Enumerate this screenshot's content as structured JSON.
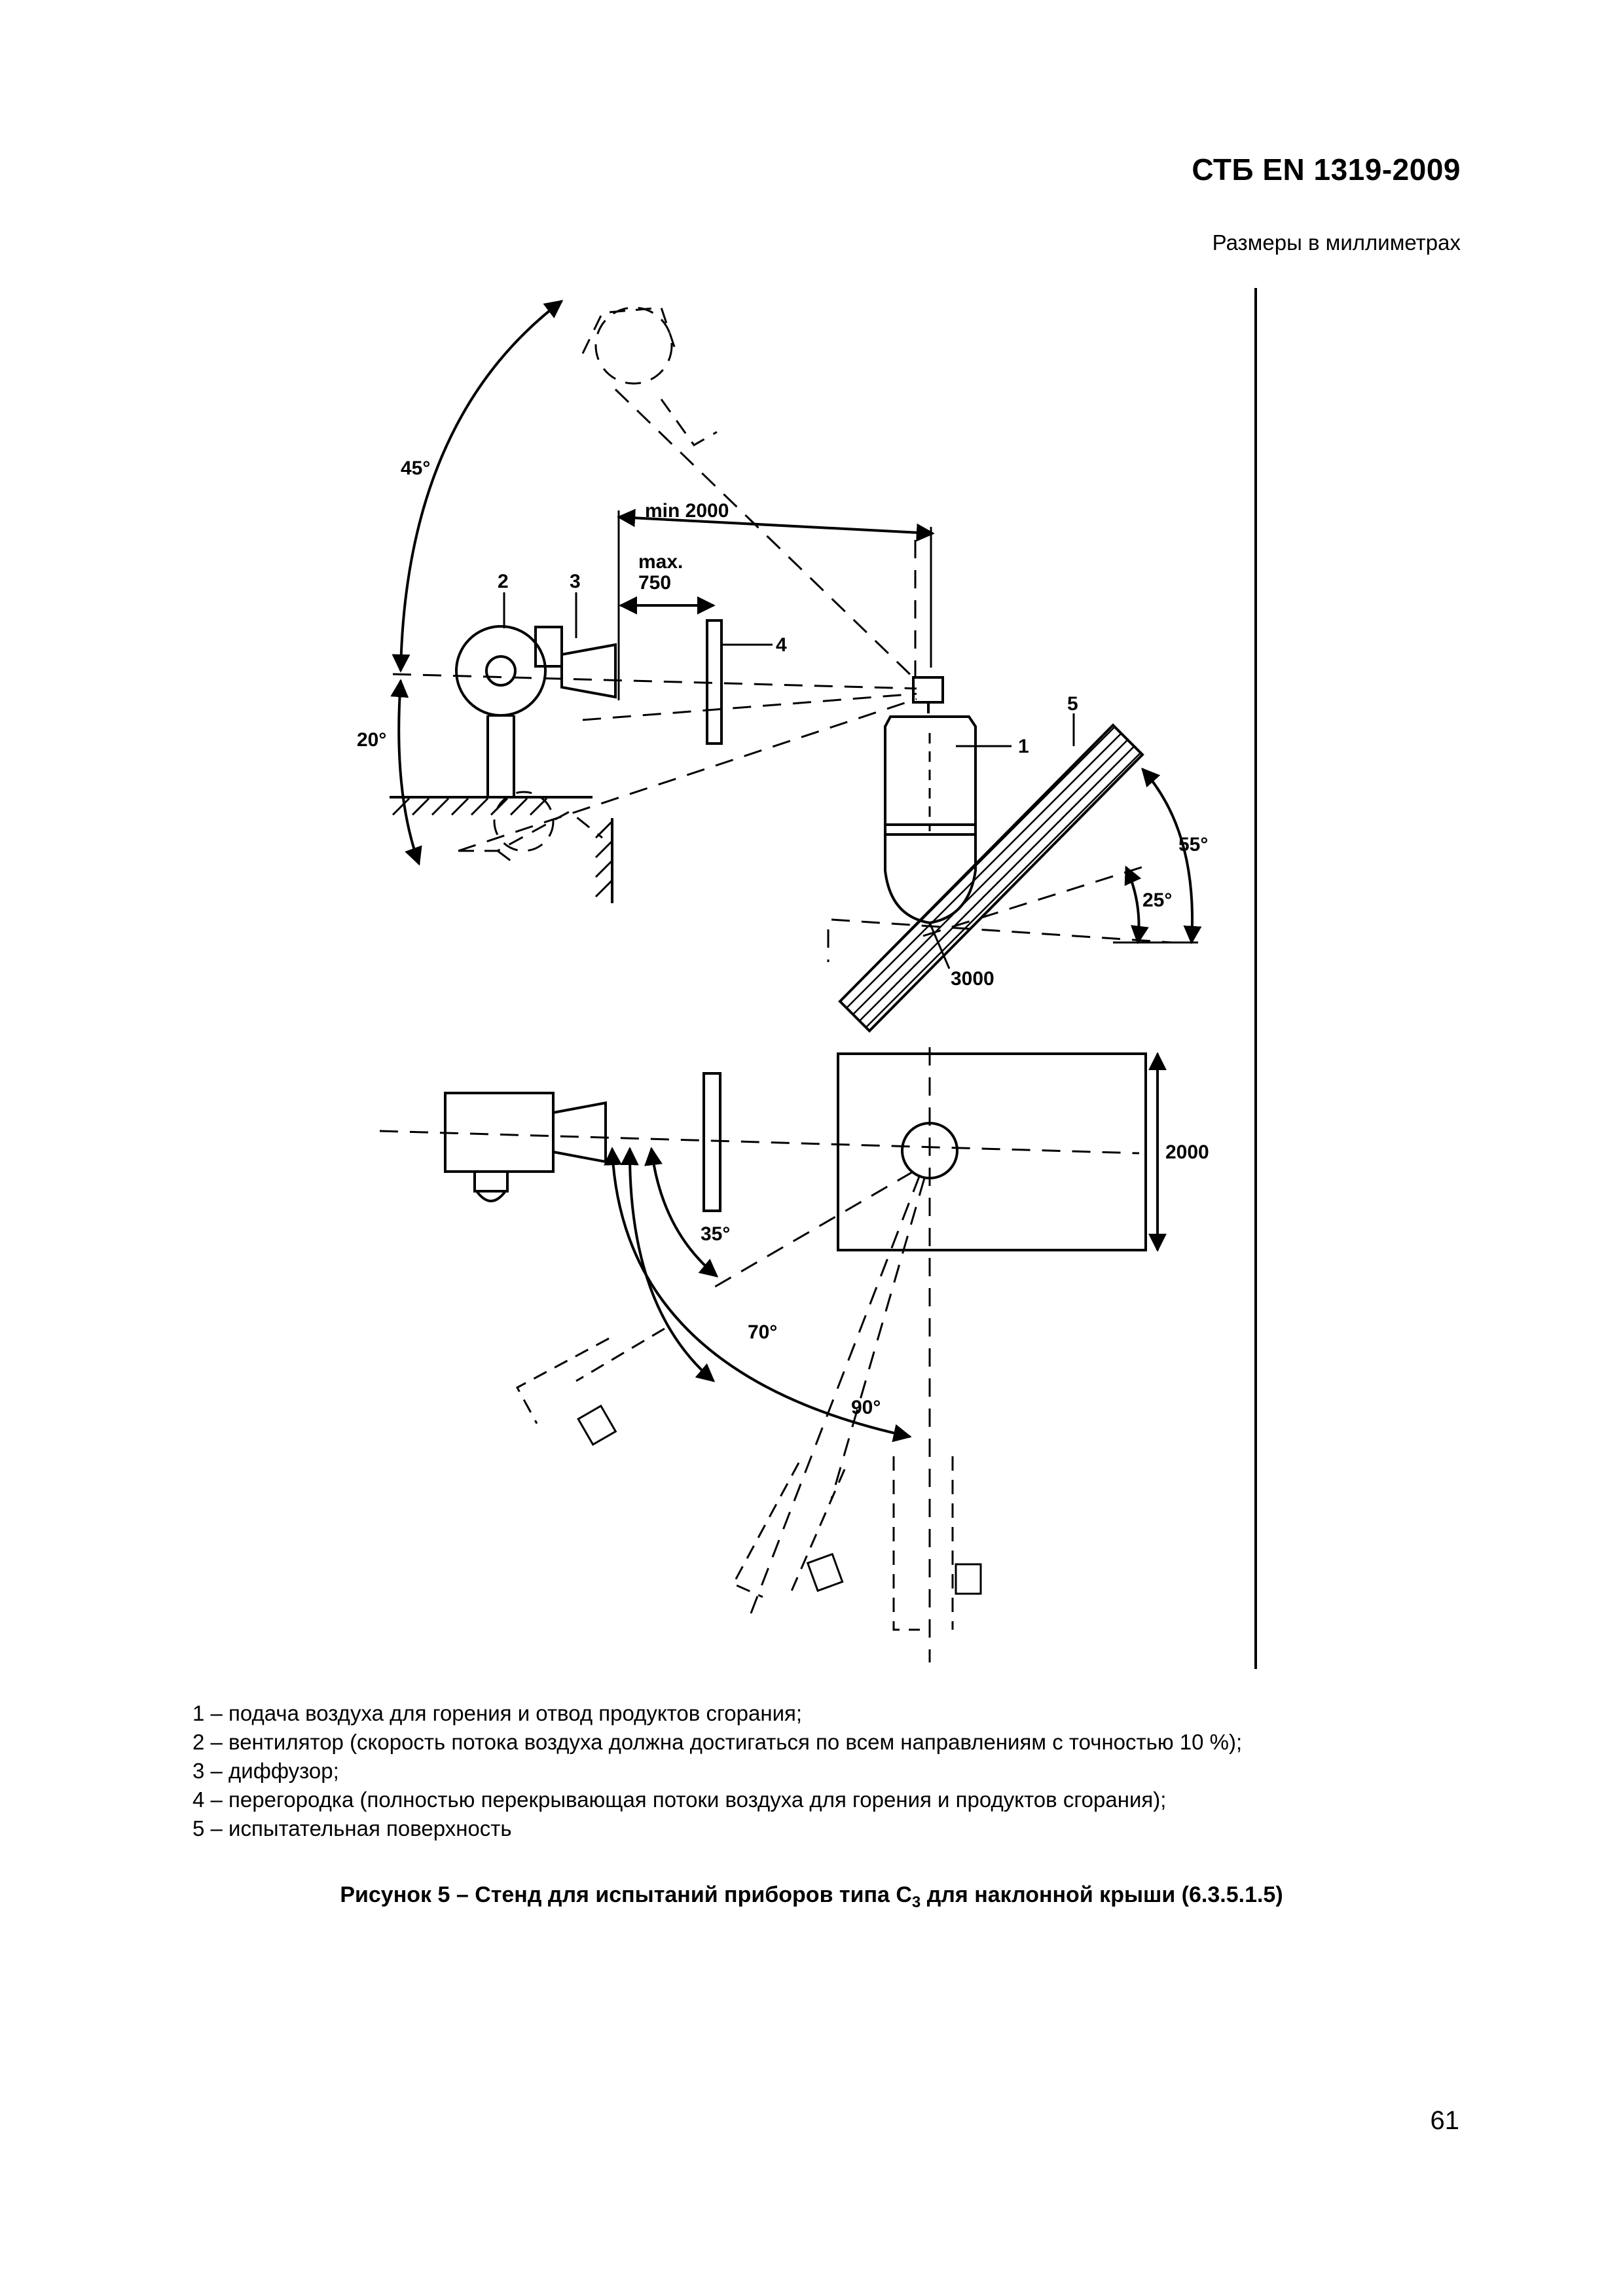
{
  "header": {
    "standard_id": "СТБ EN 1319-2009",
    "units_note": "Размеры в миллиметрах"
  },
  "figure": {
    "top_view_labels": {
      "angle_45": "45°",
      "angle_20": "20°",
      "dim_min": "min 2000",
      "dim_max_a": "max.",
      "dim_max_b": "750",
      "n1": "1",
      "n2": "2",
      "n3": "3",
      "n4": "4",
      "n5": "5",
      "angle_55": "55°",
      "angle_25": "25°",
      "dim_3000": "3000"
    },
    "bottom_view_labels": {
      "dim_2000": "2000",
      "angle_35": "35°",
      "angle_70": "70°",
      "angle_90": "90°"
    }
  },
  "legend": [
    "1 – подача воздуха для горения и отвод продуктов сгорания;",
    "2 – вентилятор (скорость потока воздуха должна достигаться по всем направлениям с точностью 10 %);",
    "3 – диффузор;",
    "4 – перегородка (полностью перекрывающая потоки воздуха для горения и продуктов сгорания);",
    "5 – испытательная поверхность"
  ],
  "caption": {
    "prefix": "Рисунок 5 – Стенд для испытаний приборов типа C",
    "subscript": "3",
    "suffix": " для наклонной крыши (6.3.5.1.5)"
  },
  "page_number": "61"
}
